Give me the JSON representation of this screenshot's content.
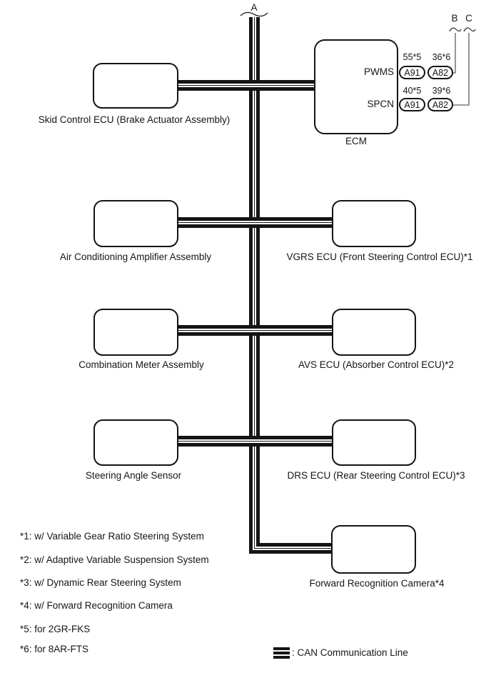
{
  "markers": {
    "a": "A",
    "b": "B",
    "c": "C"
  },
  "ecm": {
    "label": "ECM",
    "pwms": {
      "label": "PWMS",
      "pins": [
        {
          "wire": "55*5",
          "connector": "A91"
        },
        {
          "wire": "36*6",
          "connector": "A82"
        }
      ]
    },
    "spcn": {
      "label": "SPCN",
      "pins": [
        {
          "wire": "40*5",
          "connector": "A91"
        },
        {
          "wire": "39*6",
          "connector": "A82"
        }
      ]
    }
  },
  "modules": {
    "left": [
      "Skid Control ECU (Brake Actuator Assembly)",
      "Air Conditioning Amplifier Assembly",
      "Combination Meter Assembly",
      "Steering Angle Sensor"
    ],
    "right": [
      "VGRS ECU (Front Steering Control ECU)*1",
      "AVS ECU (Absorber Control ECU)*2",
      "DRS ECU (Rear Steering Control ECU)*3",
      "Forward Recognition Camera*4"
    ]
  },
  "footnotes": [
    "*1: w/ Variable Gear Ratio Steering System",
    "*2: w/ Adaptive Variable Suspension System",
    "*3: w/ Dynamic Rear Steering System",
    "*4: w/ Forward Recognition Camera",
    "*5: for 2GR-FKS",
    "*6: for 8AR-FTS"
  ],
  "legend": {
    "label": ": CAN Communication Line"
  },
  "colors": {
    "line": "#141414",
    "text": "#161616",
    "thin_connector": "#7c7c7c"
  }
}
